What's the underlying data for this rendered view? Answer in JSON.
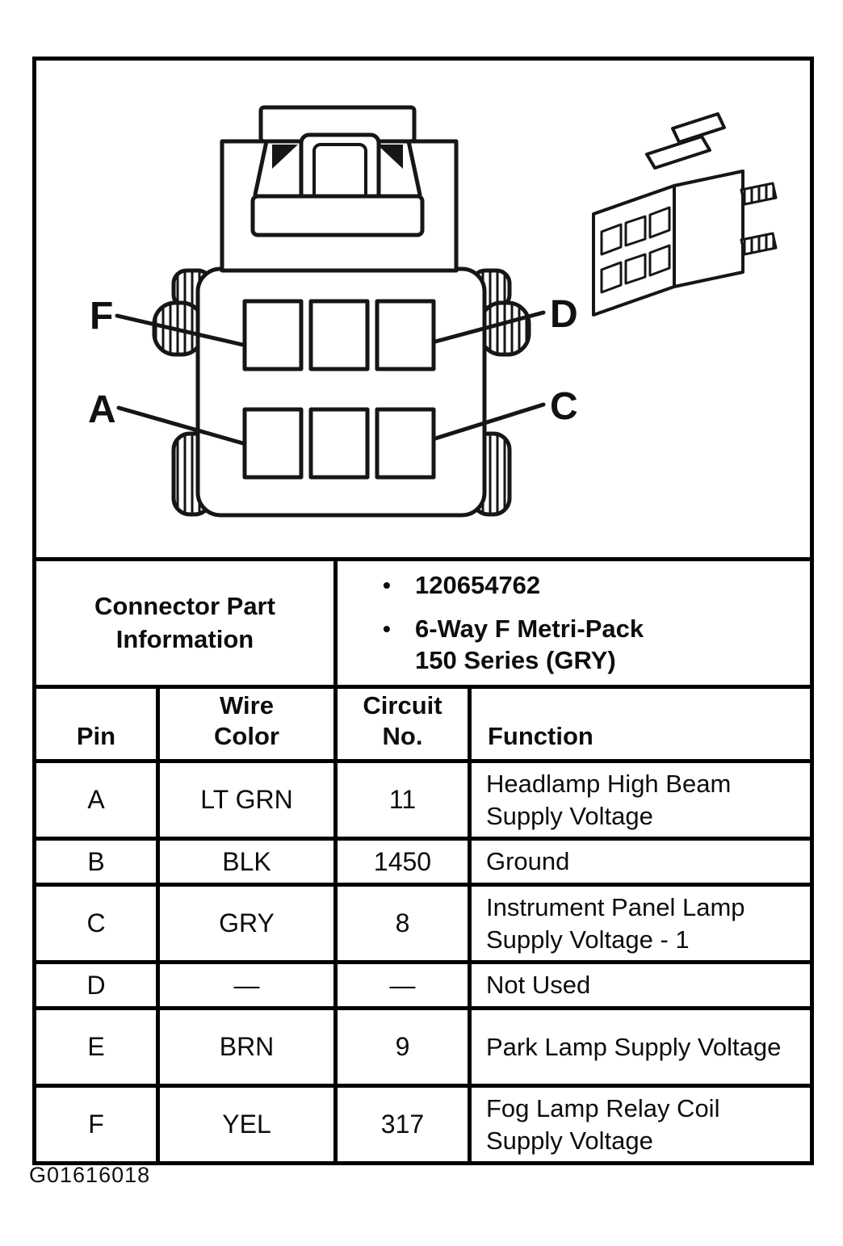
{
  "figure": {
    "pin_labels": {
      "f": "F",
      "d": "D",
      "a": "A",
      "c": "C"
    }
  },
  "connector_info": {
    "title": "Connector Part\nInformation",
    "bullet_glyph": "•",
    "bullets": [
      "120654762",
      "6-Way F Metri-Pack\n150 Series (GRY)"
    ]
  },
  "pin_table": {
    "headers": {
      "pin": "Pin",
      "wire_color": "Wire\nColor",
      "circuit_no": "Circuit\nNo.",
      "function": "Function"
    },
    "rows": [
      {
        "pin": "A",
        "wire": "LT GRN",
        "circuit": "11",
        "function": "Headlamp High Beam Supply Voltage"
      },
      {
        "pin": "B",
        "wire": "BLK",
        "circuit": "1450",
        "function": "Ground"
      },
      {
        "pin": "C",
        "wire": "GRY",
        "circuit": "8",
        "function": "Instrument Panel Lamp Supply Voltage - 1"
      },
      {
        "pin": "D",
        "wire": "—",
        "circuit": "—",
        "function": "Not Used"
      },
      {
        "pin": "E",
        "wire": "BRN",
        "circuit": "9",
        "function": "Park Lamp Supply Voltage"
      },
      {
        "pin": "F",
        "wire": "YEL",
        "circuit": "317",
        "function": "Fog Lamp Relay Coil Supply Voltage"
      }
    ]
  },
  "footer": {
    "figure_id": "G01616018"
  }
}
